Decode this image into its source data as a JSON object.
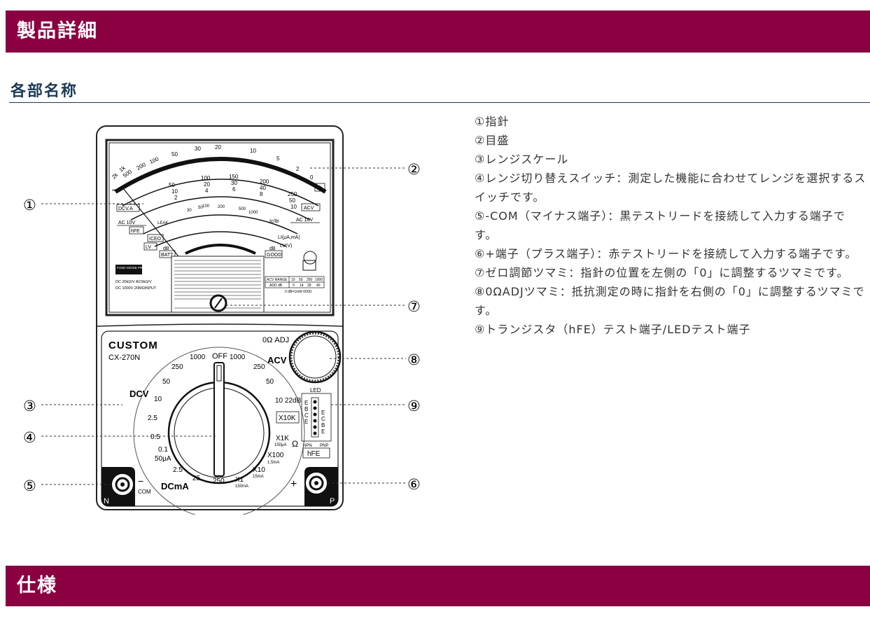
{
  "header": {
    "title": "製品詳細"
  },
  "section": {
    "title": "各部名称"
  },
  "footer_header": {
    "title": "仕様"
  },
  "parts": [
    "①指針",
    "②目盛",
    "③レンジスケール",
    "④レンジ切り替えスイッチ：測定した機能に合わせてレンジを選択するスイッチです。",
    "⑤-COM（マイナス端子）：黒テストリードを接続して入力する端子です。",
    "⑥+端子（プラス端子）：赤テストリードを接続して入力する端子です。",
    "⑦ゼロ調節ツマミ：指針の位置を左側の「0」に調整するツマミです。",
    "⑧0ΩADJツマミ：抵抗測定の時に指針を右側の「0」に調整するツマミです。",
    "⑨トランジスタ（hFE）テスト端子/LEDテスト端子"
  ],
  "callouts": [
    "①",
    "②",
    "③",
    "④",
    "⑤",
    "⑥",
    "⑦",
    "⑧",
    "⑨"
  ],
  "meter": {
    "brand": "CUSTOM",
    "model": "CX-270N",
    "ohm_scale": [
      "∞",
      "2k",
      "1k",
      "500",
      "200",
      "100",
      "50",
      "30",
      "20",
      "10",
      "5",
      "2",
      "0",
      "Ω"
    ],
    "dcv_scale": [
      "50",
      "10",
      "2",
      "100",
      "20",
      "4",
      "150",
      "30",
      "6",
      "200",
      "40",
      "8",
      "250",
      "50",
      "10"
    ],
    "scale_labels": [
      "DCV.A",
      "AC 10V",
      "hFE",
      "ICEO",
      "LV",
      "dB",
      "BATT",
      "ACV",
      "AC 10V",
      "Ic/Ib",
      "LI(μA,mA)",
      "LV(V)",
      "dB",
      "GOOD",
      "LEAK"
    ],
    "hfe_scale": [
      "30",
      "50",
      "100",
      "200",
      "500",
      "1000"
    ],
    "protection": "FUSE+DIODE PROTECTION",
    "sensitivity": "DC 20kΩ/V   AC9kΩ/V",
    "input": "DC 1000V 20MΩINPUT",
    "acv_range_head": [
      "ACV RANGE",
      "10",
      "50",
      "250",
      "1000"
    ],
    "acv_range_db": [
      "ADD dB",
      "0",
      "14",
      "28",
      "40"
    ],
    "db_ref": "0 dB=1mW 600Ω",
    "zero_adj": "0Ω ADJ",
    "dial_off": "OFF",
    "dcv_group": "DCV",
    "acv_group": "ACV",
    "dcma_group": "DCmA",
    "dcv_ranges": [
      "1000",
      "250",
      "50",
      "10",
      "2.5",
      "0.5",
      "0.1",
      "50μA"
    ],
    "dcma_ranges": [
      "2.5",
      "25",
      "250"
    ],
    "acv_ranges": [
      "1000",
      "250",
      "50",
      "10 22dB"
    ],
    "ohm_ranges": [
      "X10K",
      "X1K",
      "X100",
      "X10",
      "X1"
    ],
    "ohm_currents": [
      "150μA",
      "1.5mA",
      "15mA",
      "150mA"
    ],
    "ohm_sym": "Ω",
    "led_label": "LED",
    "npn_pins": [
      "E",
      "B",
      "C",
      "E"
    ],
    "pnp_pins": [
      "E",
      "C",
      "B",
      "E"
    ],
    "npn_label": "NPN",
    "pnp_label": "PNP",
    "hfe_label": "hFE",
    "minus_label": "−",
    "com_label": "COM",
    "plus_label": "+",
    "n_label": "N",
    "p_label": "P"
  }
}
